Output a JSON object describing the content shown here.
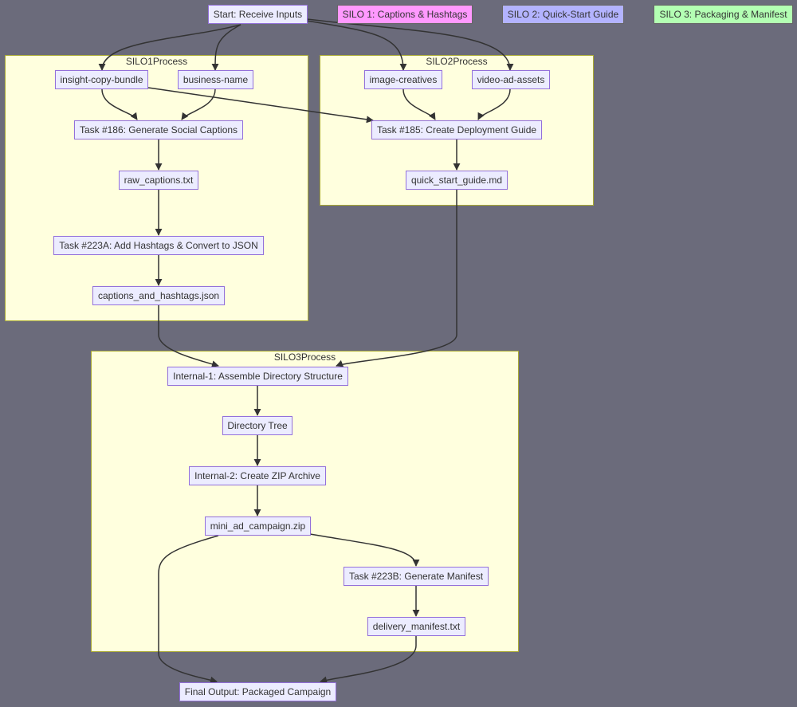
{
  "legend": {
    "start": "Start: Receive Inputs",
    "silo1": "SILO 1: Captions & Hashtags",
    "silo2": "SILO 2: Quick-Start Guide",
    "silo3": "SILO 3: Packaging & Manifest"
  },
  "clusters": {
    "silo1": "SILO1Process",
    "silo2": "SILO2Process",
    "silo3": "SILO3Process"
  },
  "nodes": {
    "insight_copy_bundle": "insight-copy-bundle",
    "business_name": "business-name",
    "task186": "Task #186: Generate Social Captions",
    "raw_captions": "raw_captions.txt",
    "task223a": "Task #223A: Add Hashtags & Convert to JSON",
    "captions_json": "captions_and_hashtags.json",
    "image_creatives": "image-creatives",
    "video_ad_assets": "video-ad-assets",
    "task185": "Task #185: Create Deployment Guide",
    "quick_start": "quick_start_guide.md",
    "internal1": "Internal-1: Assemble Directory Structure",
    "directory_tree": "Directory Tree",
    "internal2": "Internal-2: Create ZIP Archive",
    "mini_zip": "mini_ad_campaign.zip",
    "task223b": "Task #223B: Generate Manifest",
    "delivery_manifest": "delivery_manifest.txt",
    "final_output": "Final Output: Packaged Campaign"
  },
  "colors": {
    "background": "#6b6b7b",
    "cluster_fill": "#ffffde",
    "node_fill": "#ececff",
    "node_border": "#9370db",
    "silo1_fill": "#ff99ff",
    "silo2_fill": "#b3b3ff",
    "silo3_fill": "#b3ffb3",
    "edge": "#333333"
  }
}
